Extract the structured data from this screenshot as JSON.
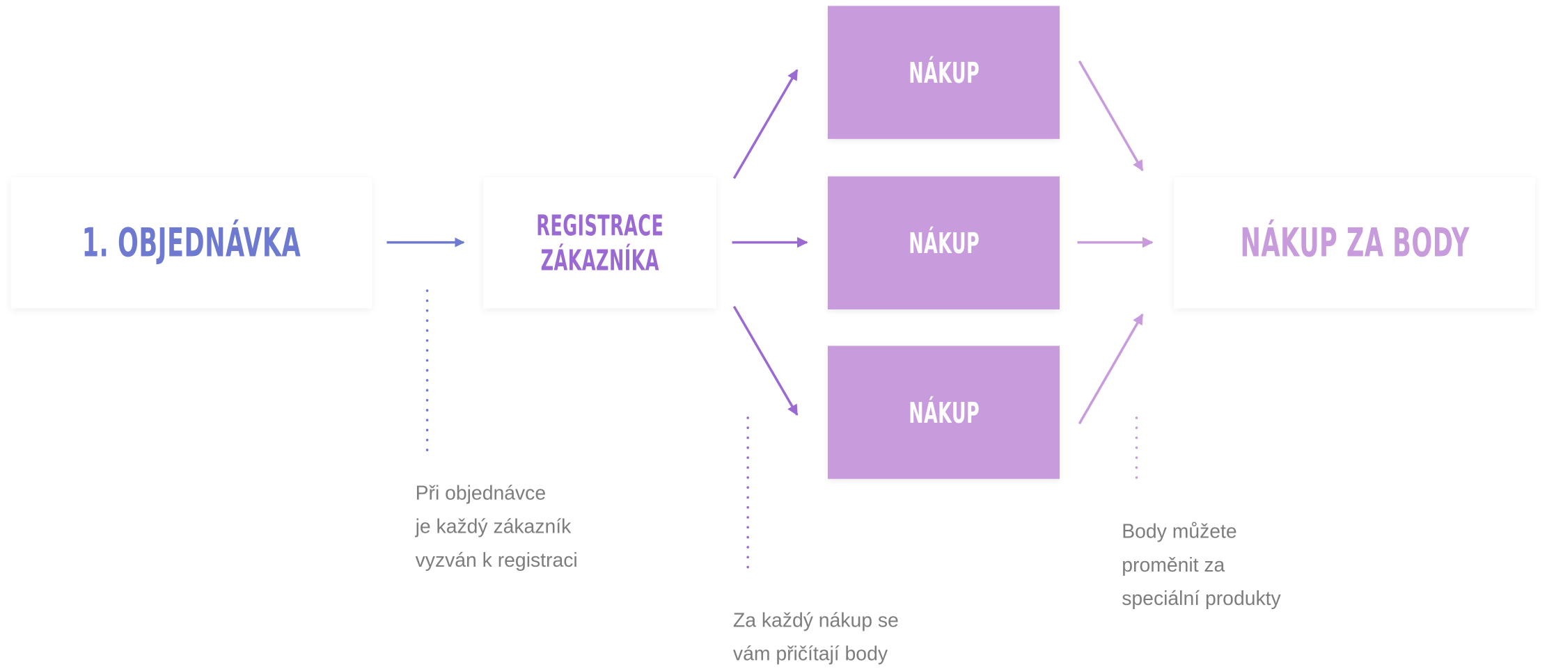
{
  "nodes": {
    "order": "1. OBJEDNÁVKA",
    "registration_line1": "REGISTRACE",
    "registration_line2": "ZÁKAZNÍKA",
    "purchase_top": "NÁKUP",
    "purchase_middle": "NÁKUP",
    "purchase_bottom": "NÁKUP",
    "final": "NÁKUP ZA BODY"
  },
  "notes": {
    "registration": [
      "Při objednávce",
      "je každý zákazník",
      "vyzván k registraci"
    ],
    "purchase": [
      "Za každý nákup se",
      "vám přičítají body"
    ],
    "final": [
      "Body můžete",
      "proměnit za",
      "speciální produkty"
    ]
  },
  "colors": {
    "blue": "#6e7ad0",
    "purple": "#9a6ad2",
    "lilac": "#c79bdc",
    "note_text": "#7d7d7d"
  }
}
